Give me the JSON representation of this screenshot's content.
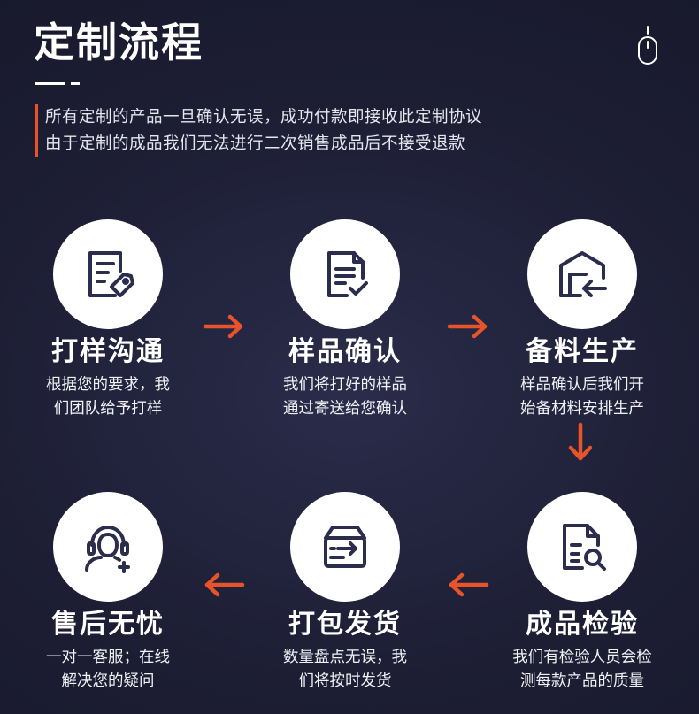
{
  "header": {
    "title": "定制流程",
    "notice_line1": "所有定制的产品一旦确认无误，成功付款即接收此定制协议",
    "notice_line2": "由于定制的成品我们无法进行二次销售成品后不接受退款"
  },
  "steps": [
    {
      "name": "打样沟通",
      "desc1": "根据您的要求，我",
      "desc2": "们团队给予打样",
      "icon": "document-tag-icon"
    },
    {
      "name": "样品确认",
      "desc1": "我们将打好的样品",
      "desc2": "通过寄送给您确认",
      "icon": "document-check-icon"
    },
    {
      "name": "备料生产",
      "desc1": "样品确认后我们开",
      "desc2": "始备材料安排生产",
      "icon": "warehouse-icon"
    },
    {
      "name": "成品检验",
      "desc1": "我们有检验人员会检",
      "desc2": "测每款产品的质量",
      "icon": "document-search-icon"
    },
    {
      "name": "打包发货",
      "desc1": "数量盘点无误，我",
      "desc2": "们将按时发货",
      "icon": "package-icon"
    },
    {
      "name": "售后无忧",
      "desc1": "一对一客服；在线",
      "desc2": "解决您的疑问",
      "icon": "customer-service-icon"
    }
  ],
  "colors": {
    "accent": "#e8542a",
    "icon": "#2b2d4d",
    "background": "#1d1e34"
  }
}
